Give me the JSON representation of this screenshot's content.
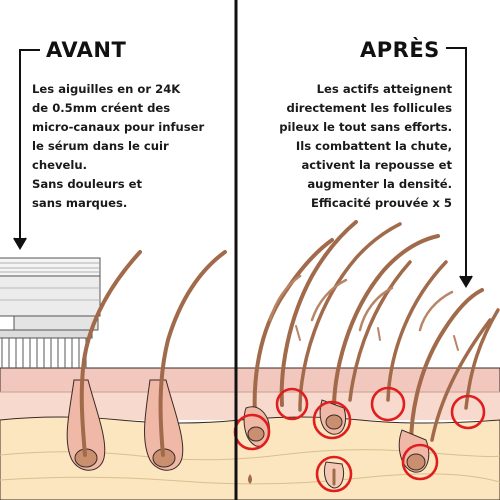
{
  "before": {
    "title": "AVANT",
    "lines": [
      "Les aiguilles en or 24K",
      "de 0.5mm créent des",
      "micro-canaux pour infuser",
      "le sérum dans le cuir",
      "chevelu.",
      "Sans douleurs et",
      "sans marques."
    ]
  },
  "after": {
    "title": "APRÈS",
    "lines": [
      "Les actifs atteignent",
      "directement les follicules",
      "pileux le tout sans efforts.",
      "Ils combattent la chute,",
      "activent la repousse et",
      "augmenter la densité.",
      "Efficacité prouvée x 5"
    ]
  },
  "colors": {
    "skin_top": "#f2c7bd",
    "skin_mid": "#f7d9cd",
    "dermis": "#fbe6bf",
    "hair": "#a16a4a",
    "follicle": "#c98f6f",
    "highlight_ring": "#e01e1e",
    "divider": "#111111"
  }
}
